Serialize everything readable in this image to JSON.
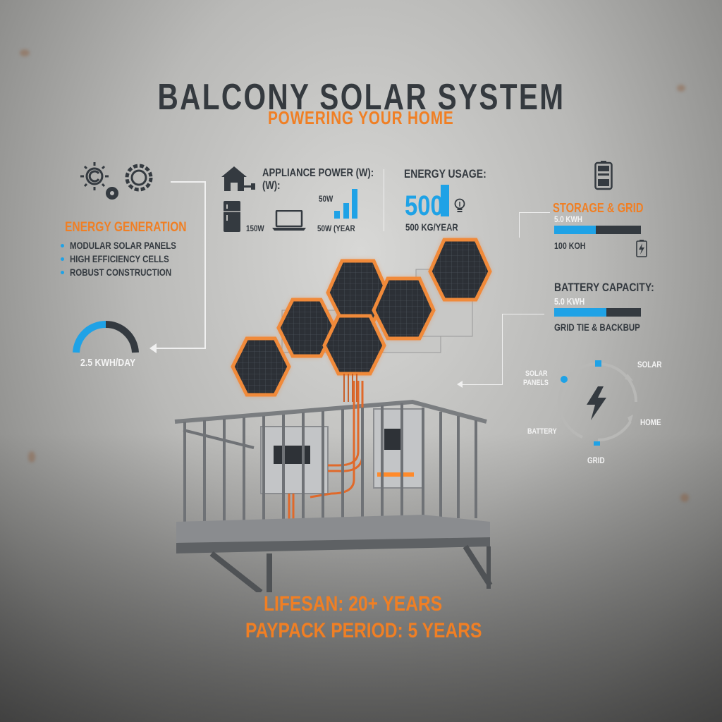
{
  "header": {
    "title": "BALCONY SOLAR SYSTEM",
    "subtitle": "POWERING YOUR HOME"
  },
  "energy_generation": {
    "heading": "ENERGY GENERATION",
    "bullets": [
      "MODULAR SOLAR PANELS",
      "HIGH EFFICIENCY CELLS",
      "ROBUST CONSTRUCTION"
    ],
    "gauge_label": "2.5 KWH/DAY",
    "gauge_fill_percent": 50
  },
  "appliance_power": {
    "heading": "APPLIANCE POWER (W):",
    "heading_line2": "(W):",
    "fridge_value": "150W",
    "bar_top_label": "50W",
    "bottom_label": "50W (YEAR",
    "bar_heights": [
      14,
      28,
      46
    ]
  },
  "energy_usage": {
    "heading": "ENERGY USAGE:",
    "big_value": "500",
    "sub_value": "500 KG/YEAR"
  },
  "storage_grid": {
    "heading": "STORAGE & GRID",
    "capacity_label": "5.0 KWH",
    "bar_fill_percent": 48,
    "sub_value": "100 KOH"
  },
  "battery_capacity": {
    "heading": "BATTERY CAPACITY:",
    "capacity_label": "5.0 KWH",
    "bar_fill_percent": 60,
    "sub_value": "GRID TIE & BACKBUP"
  },
  "flow_cycle": {
    "labels": {
      "solar_panels_line1": "SOLAR",
      "solar_panels_line2": "PANELS",
      "solar": "SOLAR",
      "home": "HOME",
      "battery": "BATTERY",
      "grid": "GRID"
    }
  },
  "footer": {
    "lifespan": "LIFESAN: 20+ YEARS",
    "payback": "PAYPACK PERIOD: 5 YEARS"
  },
  "colors": {
    "accent_orange": "#f07f24",
    "accent_blue": "#1fa2e6",
    "text_dark": "#343a40"
  }
}
